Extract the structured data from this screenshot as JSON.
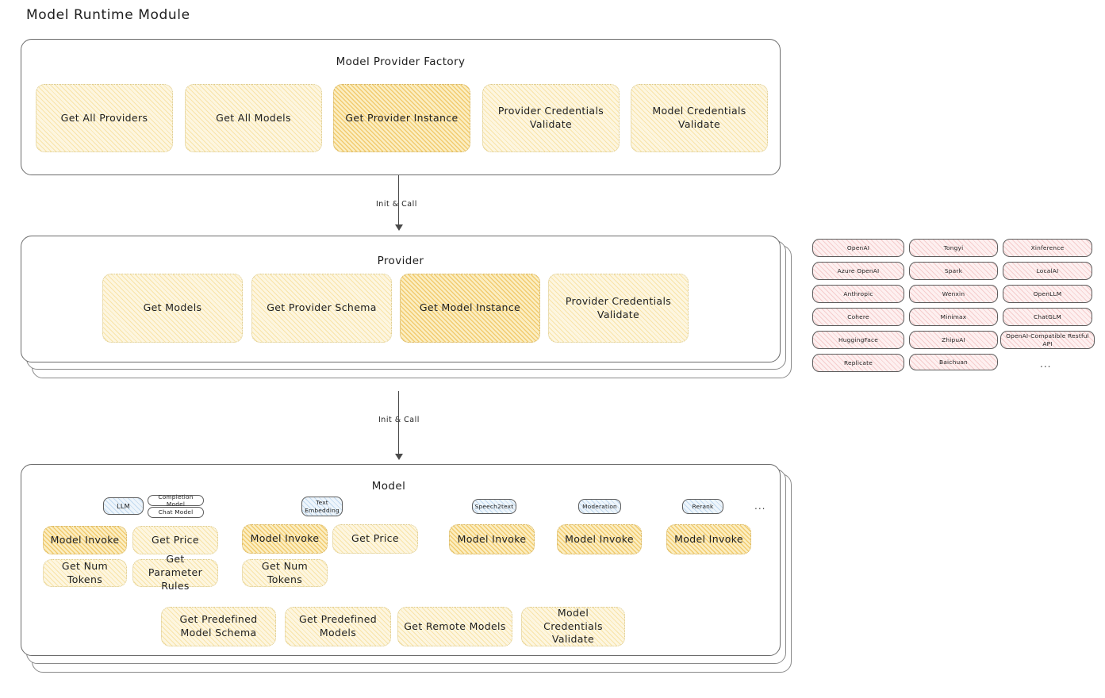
{
  "page": {
    "title": "Model Runtime Module"
  },
  "factory": {
    "title": "Model Provider Factory",
    "nodes": [
      {
        "label": "Get All Providers",
        "highlighted": false
      },
      {
        "label": "Get All Models",
        "highlighted": false
      },
      {
        "label": "Get Provider Instance",
        "highlighted": true
      },
      {
        "label": "Provider Credentials Validate",
        "highlighted": false
      },
      {
        "label": "Model Credentials Validate",
        "highlighted": false
      }
    ]
  },
  "connector_1": {
    "label": "Init & Call"
  },
  "connector_2": {
    "label": "Init & Call"
  },
  "provider": {
    "title": "Provider",
    "nodes": [
      {
        "label": "Get Models",
        "highlighted": false
      },
      {
        "label": "Get Provider Schema",
        "highlighted": false
      },
      {
        "label": "Get Model Instance",
        "highlighted": true
      },
      {
        "label": "Provider Credentials Validate",
        "highlighted": false
      }
    ]
  },
  "provider_list": {
    "columns": [
      [
        "OpenAI",
        "Azure OpenAI",
        "Anthropic",
        "Cohere",
        "HuggingFace",
        "Replicate"
      ],
      [
        "Tongyi",
        "Spark",
        "Wenxin",
        "Minimax",
        "ZhipuAI",
        "Baichuan"
      ],
      [
        "Xinference",
        "LocalAI",
        "OpenLLM",
        "ChatGLM",
        "OpenAI-Compatible Restful API"
      ]
    ],
    "more": "..."
  },
  "model": {
    "title": "Model",
    "more": "...",
    "types": [
      {
        "name": "LLM",
        "sub_chips": [
          "Completion Model",
          "Chat Model"
        ],
        "methods": [
          {
            "label": "Model Invoke",
            "highlighted": true
          },
          {
            "label": "Get Price",
            "highlighted": false
          },
          {
            "label": "Get Num Tokens",
            "highlighted": false
          },
          {
            "label": "Get Parameter Rules",
            "highlighted": false
          }
        ]
      },
      {
        "name": "Text Embedding",
        "sub_chips": [],
        "methods": [
          {
            "label": "Model Invoke",
            "highlighted": true
          },
          {
            "label": "Get Price",
            "highlighted": false
          },
          {
            "label": "Get Num Tokens",
            "highlighted": false
          }
        ]
      },
      {
        "name": "Speech2text",
        "sub_chips": [],
        "methods": [
          {
            "label": "Model Invoke",
            "highlighted": true
          }
        ]
      },
      {
        "name": "Moderation",
        "sub_chips": [],
        "methods": [
          {
            "label": "Model Invoke",
            "highlighted": true
          }
        ]
      },
      {
        "name": "Rerank",
        "sub_chips": [],
        "methods": [
          {
            "label": "Model Invoke",
            "highlighted": true
          }
        ]
      }
    ],
    "common_methods": [
      "Get Predefined Model Schema",
      "Get Predefined Models",
      "Get Remote Models",
      "Model Credentials Validate"
    ]
  },
  "colors": {
    "node_fill_light": "#fdf6e0",
    "node_fill_highlight": "#fbeec2",
    "provider_chip_fill": "#fdf0f0",
    "model_type_chip_fill": "#eef5fb",
    "stroke": "#1e1e1e",
    "background": "#ffffff"
  }
}
